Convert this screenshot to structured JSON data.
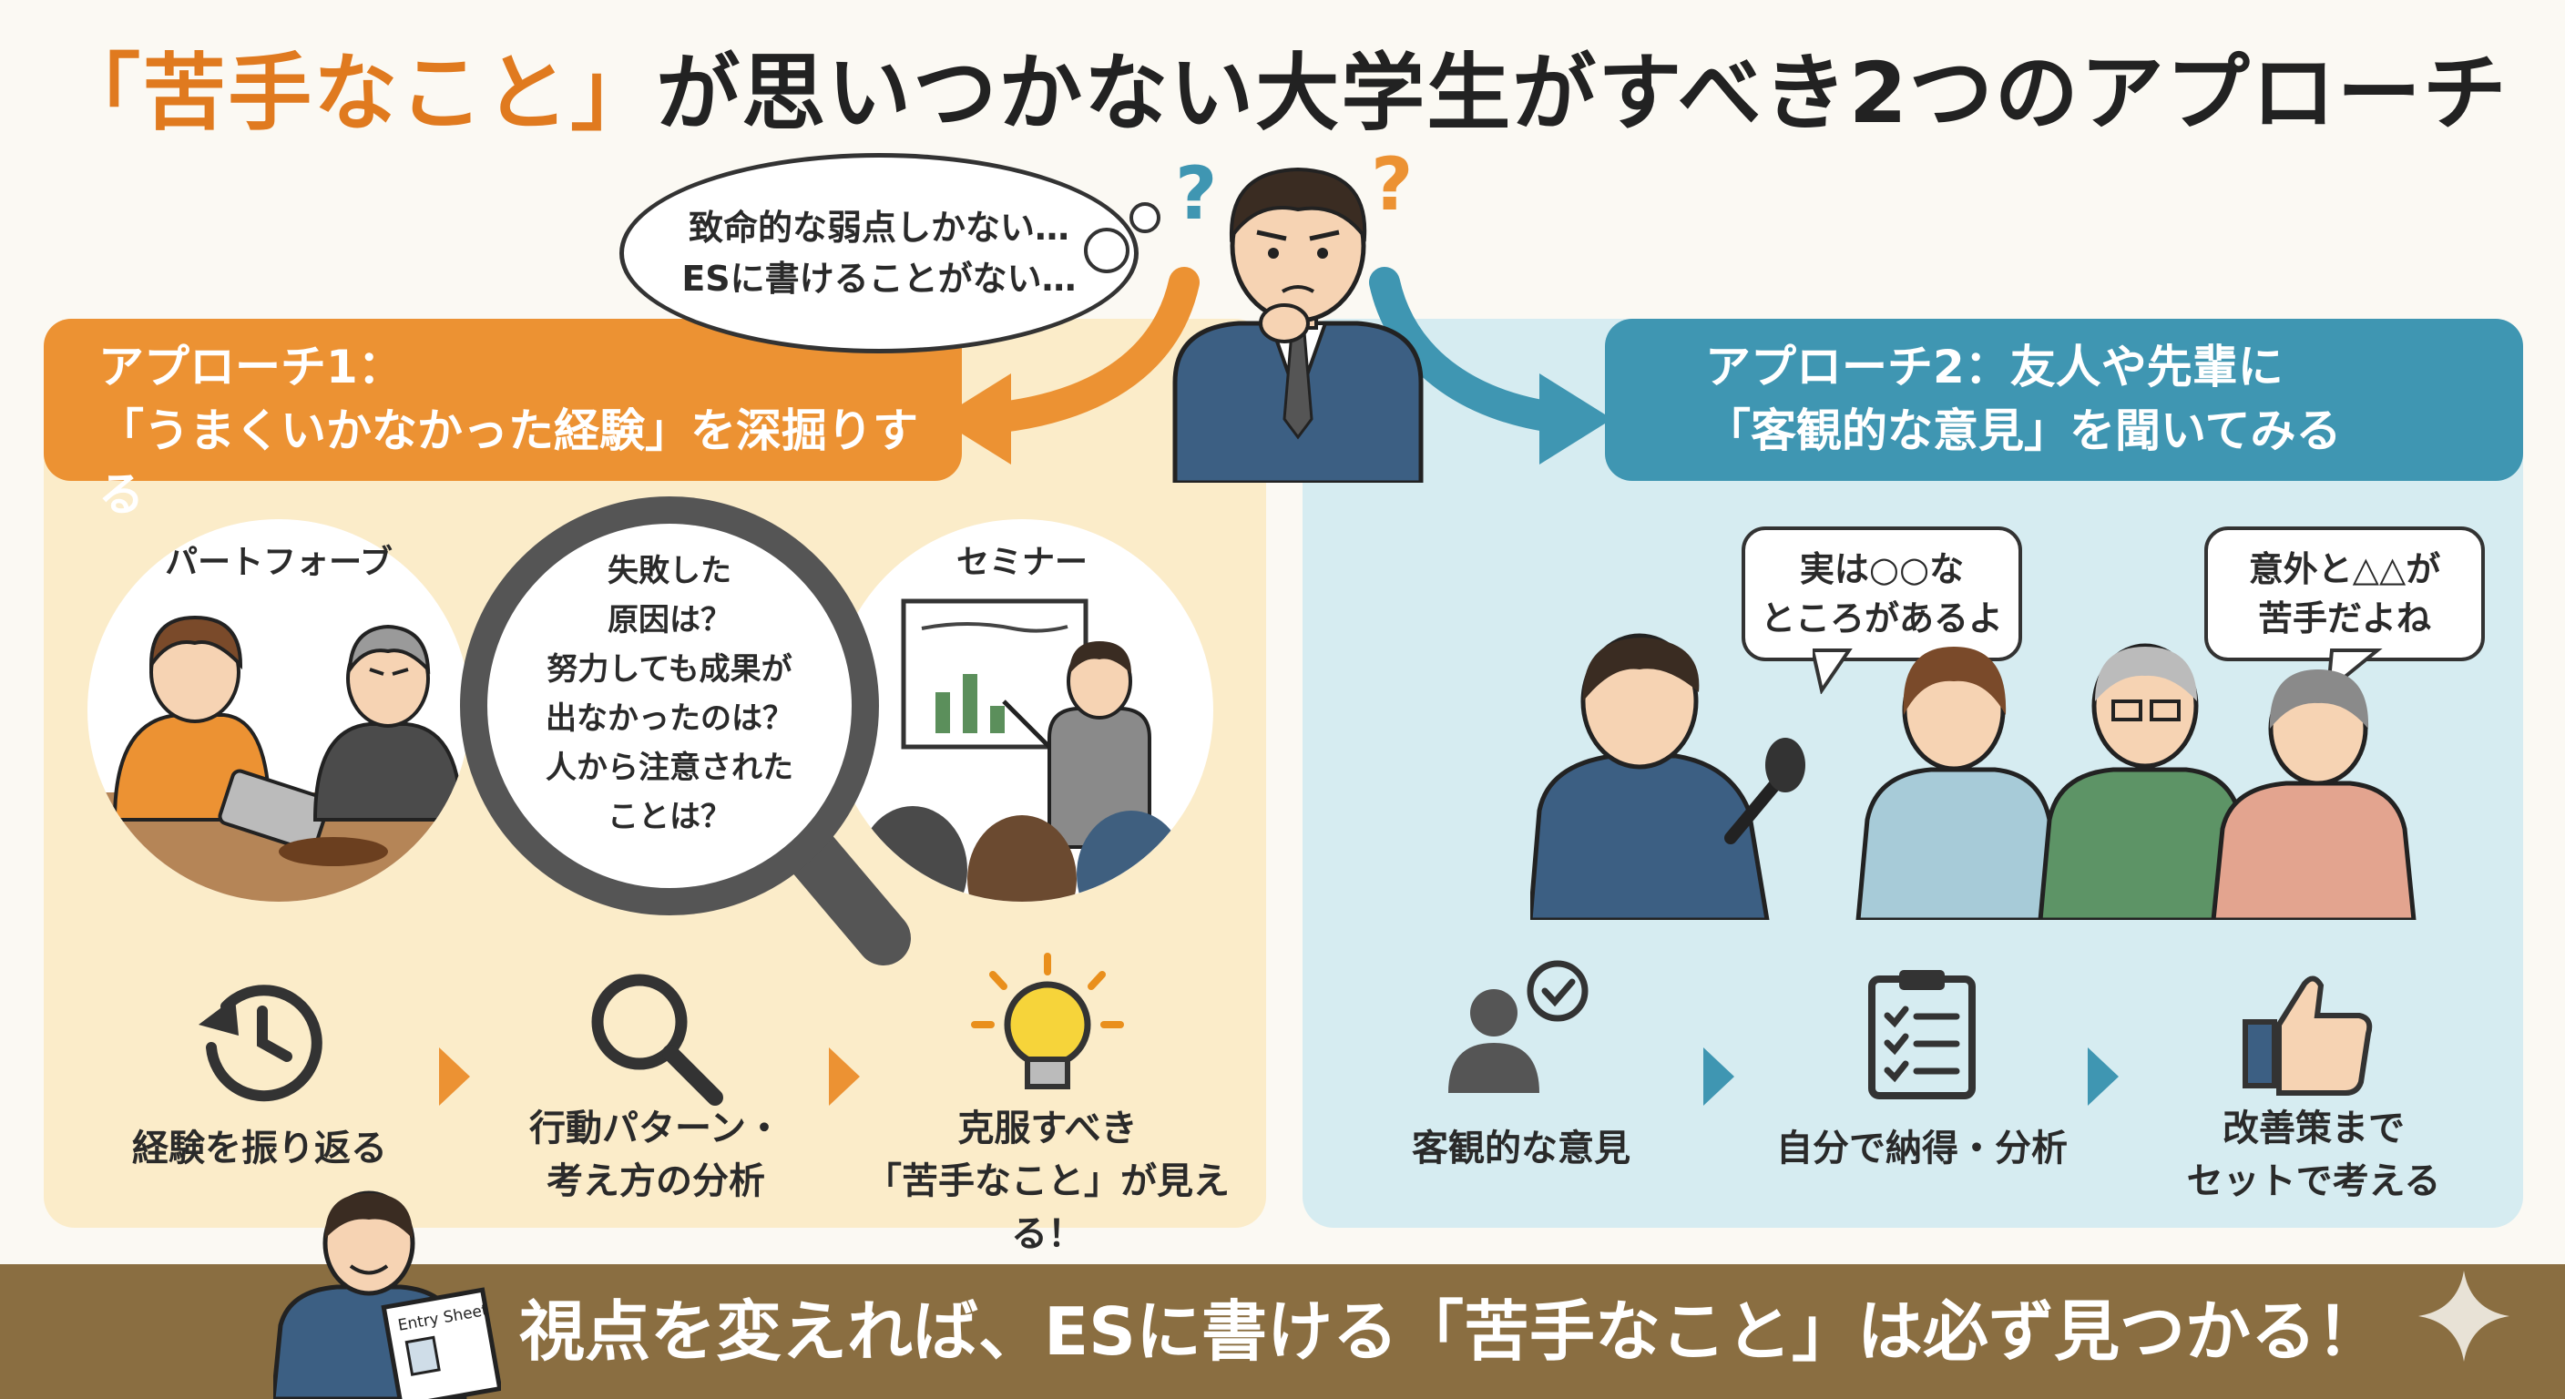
{
  "title": {
    "accent": "「苦手なこと」",
    "rest": "が思いつかない大学生がすべき2つのアプローチ"
  },
  "thought": {
    "line1": "致命的な弱点しかない…",
    "line2": "ESに書けることがない…"
  },
  "approach1": {
    "heading_line1": "アプローチ1：",
    "heading_line2": "「うまくいかなかった経験」を深掘りする",
    "circle_left_label": "パートフォーブ",
    "circle_right_label": "セミナー",
    "lens_lines": [
      "失敗した",
      "原因は？",
      "努力しても成果が",
      "出なかったのは？",
      "人から注意された",
      "ことは？"
    ],
    "steps": [
      {
        "icon": "history-clock-icon",
        "label_lines": [
          "経験を振り返る"
        ]
      },
      {
        "icon": "magnifier-icon",
        "label_lines": [
          "行動パターン・",
          "考え方の分析"
        ]
      },
      {
        "icon": "lightbulb-icon",
        "label_lines": [
          "克服すべき",
          "「苦手なこと」が見える！"
        ]
      }
    ]
  },
  "approach2": {
    "heading_line1": "アプローチ2：友人や先輩に",
    "heading_line2": "「客観的な意見」を聞いてみる",
    "speech1": [
      "実は○○な",
      "ところがあるよ"
    ],
    "speech2": [
      "意外と△△が",
      "苦手だよね"
    ],
    "steps": [
      {
        "icon": "person-check-icon",
        "label_lines": [
          "客観的な意見"
        ]
      },
      {
        "icon": "clipboard-checklist-icon",
        "label_lines": [
          "自分で納得・分析"
        ]
      },
      {
        "icon": "thumbs-up-icon",
        "label_lines": [
          "改善策まで",
          "セットで考える"
        ]
      }
    ]
  },
  "entry_sheet_label": "Entry Sheet",
  "banner": "視点を変えれば、ESに書ける「苦手なこと」は必ず見つかる！",
  "colors": {
    "orange": "#ec9233",
    "blue": "#3f96b2",
    "left_bg": "#fbecc9",
    "right_bg": "#d6ecf1",
    "banner": "#8a6e41"
  }
}
